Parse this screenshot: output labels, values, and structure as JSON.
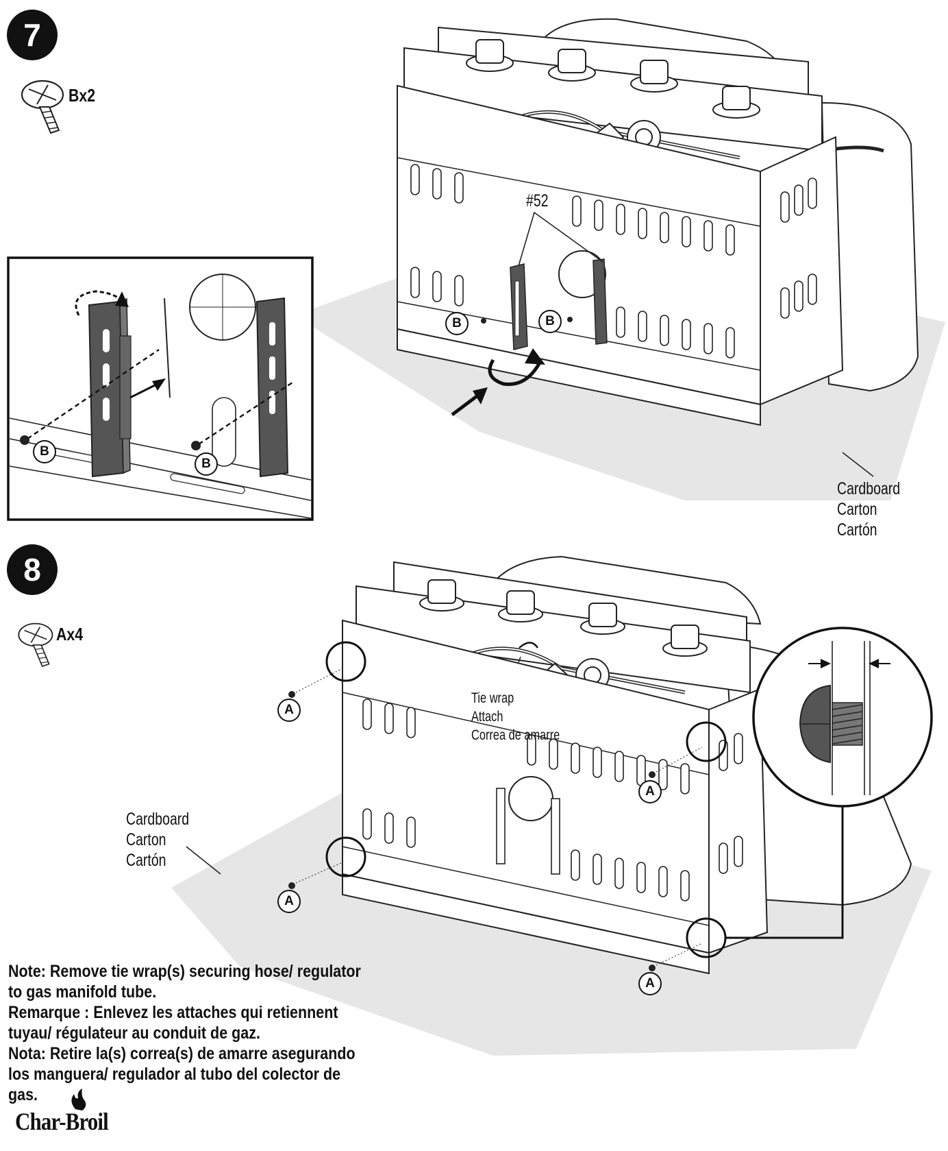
{
  "step7": {
    "number": "7",
    "screw": {
      "icon": "screw-icon",
      "quantity": "Bx2"
    },
    "part_label": "#52",
    "fastener_badge": "B",
    "cardboard": [
      "Cardboard",
      "Carton",
      "Cartón"
    ]
  },
  "step8": {
    "number": "8",
    "screw": {
      "icon": "screw-icon",
      "quantity": "Ax4"
    },
    "fastener_badge": "A",
    "tie_wrap": [
      "Tie wrap",
      "Attach",
      "Correa de amarre"
    ],
    "cardboard": [
      "Cardboard",
      "Carton",
      "Cartón"
    ]
  },
  "note": {
    "en": "Note: Remove tie wrap(s) securing hose/ regulator to gas manifold tube.",
    "fr": "Remarque : Enlevez les attaches qui retiennent tuyau/ régulateur au conduit de gaz.",
    "es": "Nota: Retire la(s) correa(s) de amarre asegurando los manguera/ regulador al tubo del colector de gas."
  },
  "brand": {
    "name": "Char-Broil",
    "icon": "flame-icon"
  },
  "colors": {
    "ink": "#111111",
    "cardboard": "#e6e6e6",
    "bracket": "#555555"
  }
}
